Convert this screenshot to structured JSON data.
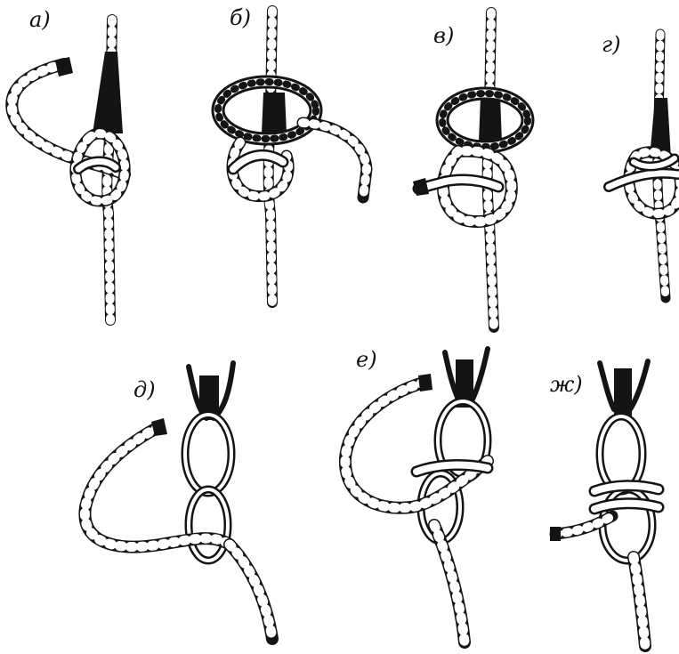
{
  "figure": {
    "panels": [
      {
        "id": "a",
        "label": "а)"
      },
      {
        "id": "b",
        "label": "б)"
      },
      {
        "id": "v",
        "label": "в)"
      },
      {
        "id": "g",
        "label": "г)"
      },
      {
        "id": "d",
        "label": "д)"
      },
      {
        "id": "e",
        "label": "е)"
      },
      {
        "id": "zh",
        "label": "ж)"
      }
    ]
  }
}
